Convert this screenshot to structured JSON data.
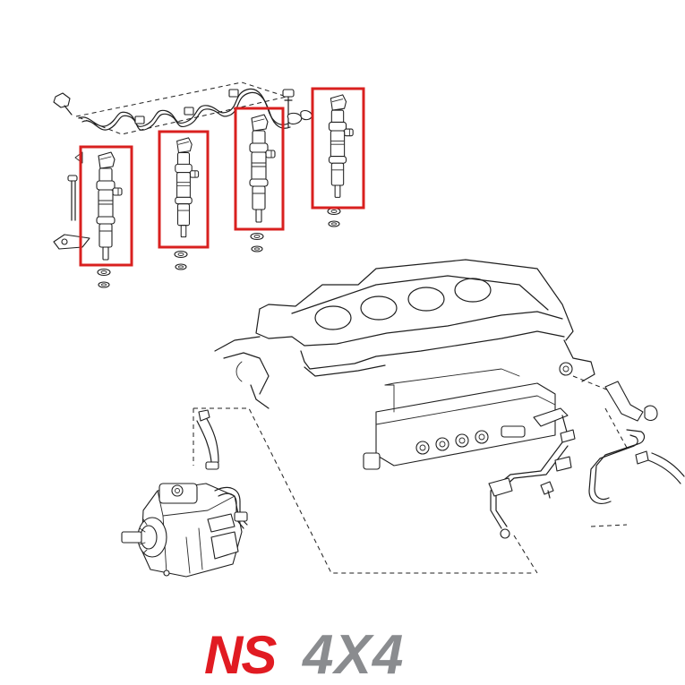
{
  "diagram": {
    "title": "",
    "highlight_color": "#d9201f",
    "line_color": "#1f1f1f",
    "parts": [
      "injector-harness",
      "fuel-injector",
      "engine-block",
      "common-rail",
      "high-pressure-fuel-pump",
      "injector-return-pipe"
    ],
    "highlighted_injectors": 4
  },
  "logo": {
    "text_ns": "NS",
    "text_4x4": "4X4",
    "ns_color": "#e11b22",
    "x4_color": "#8a8c8f"
  }
}
